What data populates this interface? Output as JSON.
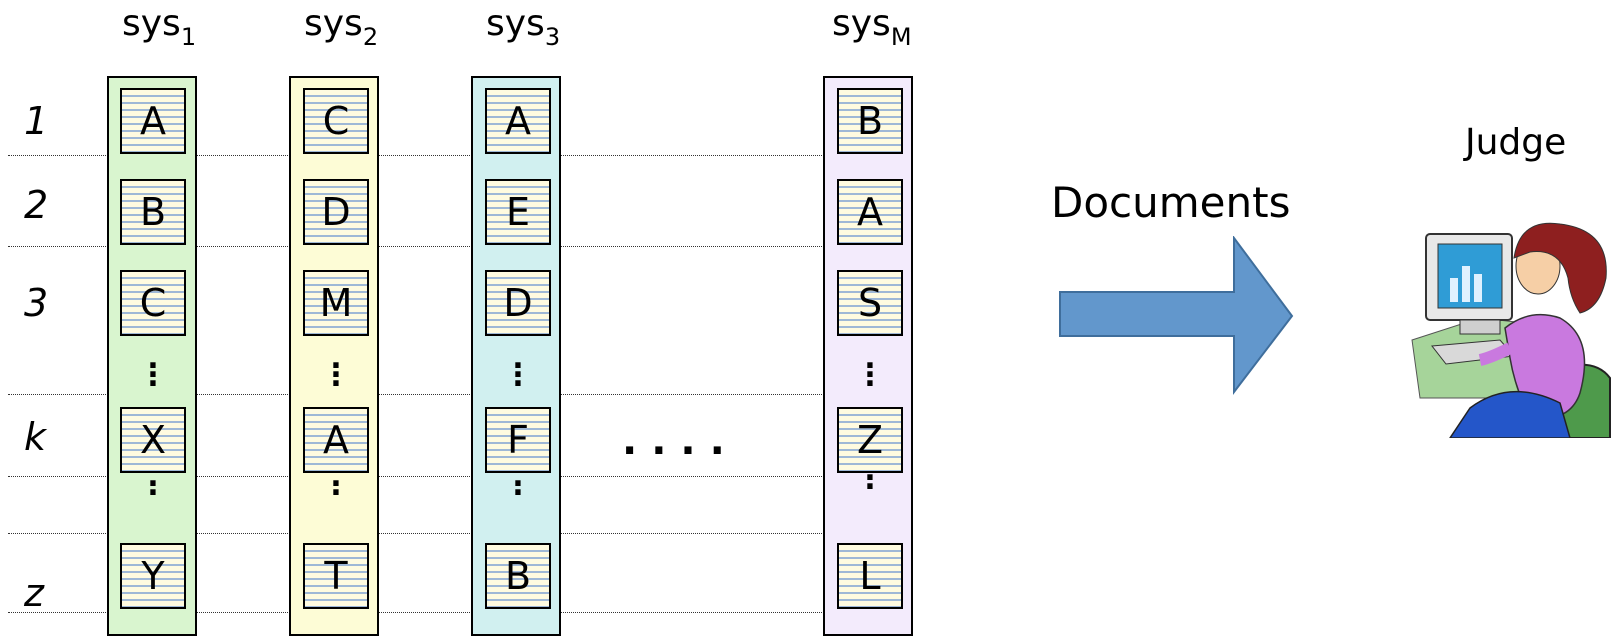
{
  "ranks": [
    "1",
    "2",
    "3",
    "k",
    "z"
  ],
  "systems": [
    {
      "name": "sys",
      "sub": "1",
      "color": "#d9f5cf",
      "docs": [
        "A",
        "B",
        "C",
        "X",
        "Y"
      ]
    },
    {
      "name": "sys",
      "sub": "2",
      "color": "#fdfcd6",
      "docs": [
        "C",
        "D",
        "M",
        "A",
        "T"
      ]
    },
    {
      "name": "sys",
      "sub": "3",
      "color": "#d1f0f0",
      "docs": [
        "A",
        "E",
        "D",
        "F",
        "B"
      ]
    },
    {
      "name": "sys",
      "sub": "M",
      "color": "#f3ebfc",
      "docs": [
        "B",
        "A",
        "S",
        "Z",
        "L"
      ]
    }
  ],
  "ellipsis": "....",
  "arrow_label": "Documents",
  "arrow_color": "#6297cc",
  "judge_label": "Judge",
  "icons": [
    "arrow-right-icon",
    "judge-at-computer-icon"
  ]
}
